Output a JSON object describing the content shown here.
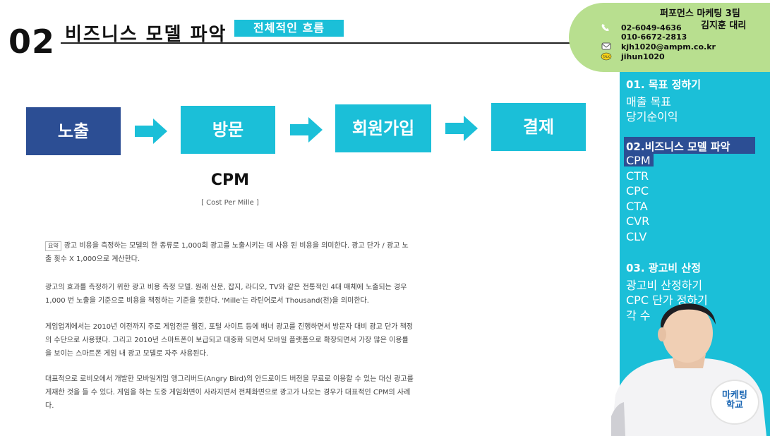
{
  "header": {
    "section_number": "02",
    "section_title": "비즈니스 모델 파악",
    "section_badge": "전체적인 흐름"
  },
  "contact": {
    "team": "퍼포먼스 마케팅 3팀",
    "name": "김지훈 대리",
    "phone1": "02-6049-4636",
    "phone2": "010-6672-2813",
    "email": "kjh1020@ampm.co.kr",
    "kakao": "jihun1020"
  },
  "flow": [
    {
      "label": "노출"
    },
    {
      "label": "방문"
    },
    {
      "label": "회원가입"
    },
    {
      "label": "결제"
    }
  ],
  "cpm": {
    "title": "CPM",
    "subtitle": "[ Cost Per Mille ]",
    "summary_tag": "요약",
    "summary": "광고 비용을 측정하는 모델의 한 종류로 1,000회 광고를 노출시키는 데 사용 된 비용을 의미한다. 광고 단가 / 광고 노출 횟수 X 1,000으로 계산한다.",
    "p1": "광고의 효과를 측정하기 위한 광고 비용 측정 모델. 원래 신문, 잡지, 라디오, TV와 같은 전통적인 4대 매체에 노출되는 경우 1,000 번 노출을 기준으로 비용을 책정하는 기준을 뜻한다. 'Mille'는 라틴어로서 Thousand(천)을 의미한다.",
    "p2": "게임업계에서는 2010년 이전까지 주로 게임전문 웹진, 포털 사이트 등에 배너 광고를 진행하면서 방문자 대비 광고 단가 책정의 수단으로 사용했다. 그리고 2010년 스마트폰이 보급되고 대중화 되면서 모바일 플랫폼으로 확장되면서 가장 많은 이용률을 보이는 스마트폰 게임 내 광고 모델로 자주 사용된다.",
    "p3": "대표적으로 로비오에서 개발한 모바일게임 앵그리버드(Angry Bird)의 안드로이드 버전을 무료로 이용할 수 있는 대신 광고를 게재한 것을 들 수 있다. 게임을 하는 도중 게임화면이 사라지면서 전체화면으로 광고가 나오는 경우가 대표적인 CPM의 사례다."
  },
  "sidebar": {
    "s1_head": "01. 목표 정하기",
    "s1_items": [
      "매출 목표",
      "당기순이익"
    ],
    "s2_head": "02.비즈니스 모델 파악",
    "s2_items": [
      "CPM",
      "CTR",
      "CPC",
      "CTA",
      "CVR",
      "CLV"
    ],
    "s3_head": "03. 광고비 산정",
    "s3_items": [
      "광고비 산정하기",
      "CPC 단가 정하기",
      "각 수"
    ]
  },
  "logo": {
    "line1": "마케팅",
    "line2": "학교"
  },
  "colors": {
    "accent": "#1bbfd8",
    "dark_blue": "#2c4e94",
    "card": "#b8df8f"
  }
}
